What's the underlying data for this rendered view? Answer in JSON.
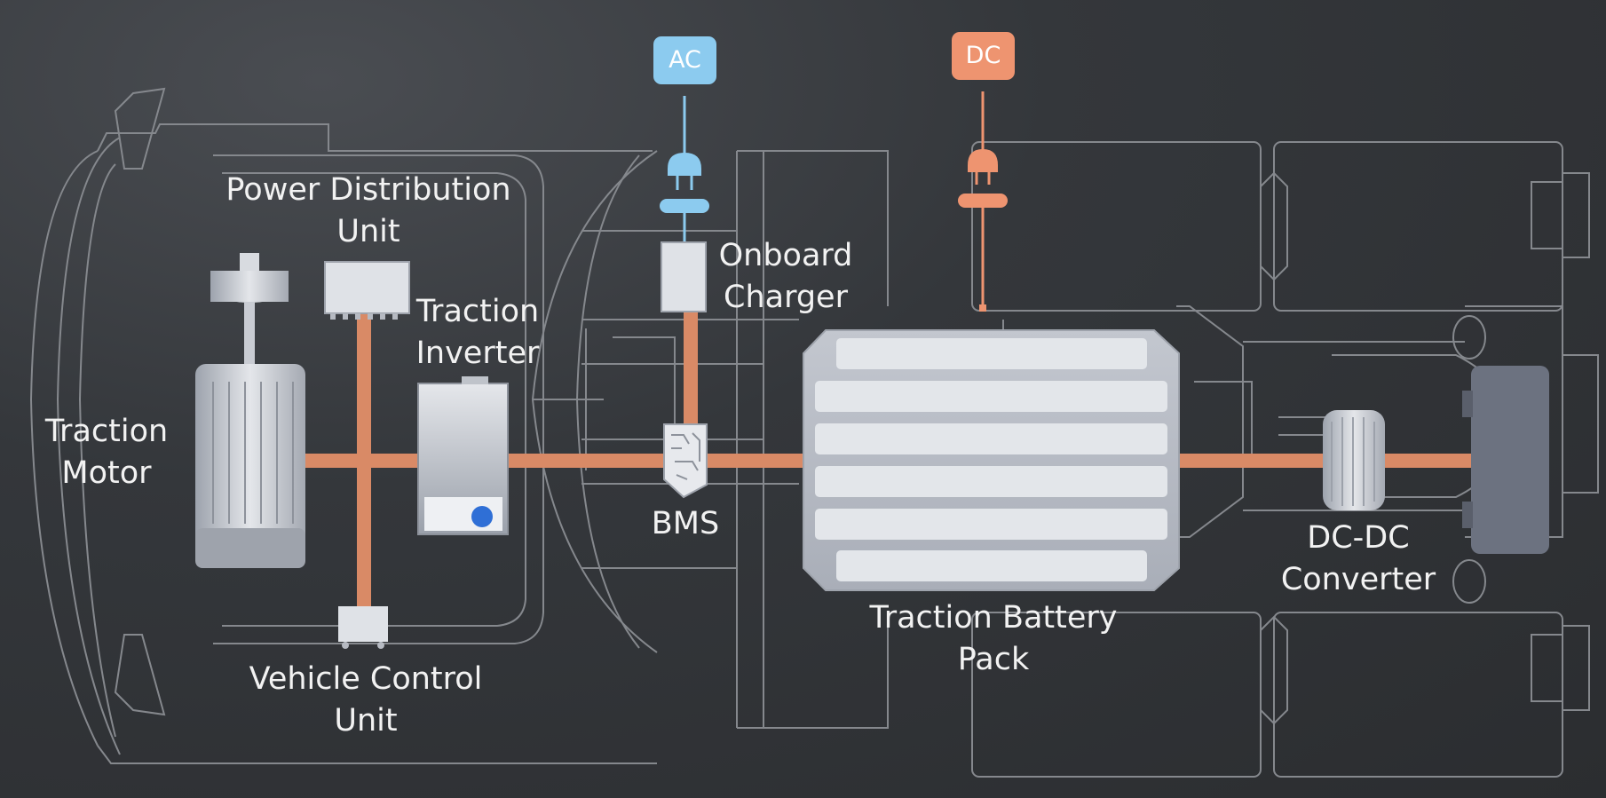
{
  "sources": {
    "ac": {
      "label": "AC",
      "color": "#8ccbef"
    },
    "dc": {
      "label": "DC",
      "color": "#ee9470"
    }
  },
  "components": {
    "power_distribution_unit": {
      "line1": "Power Distribution",
      "line2": "Unit"
    },
    "traction_inverter": {
      "line1": "Traction",
      "line2": "Inverter"
    },
    "traction_motor": {
      "line1": "Traction",
      "line2": "Motor"
    },
    "onboard_charger": {
      "line1": "Onboard",
      "line2": "Charger"
    },
    "bms": {
      "line1": "BMS"
    },
    "traction_battery_pack": {
      "line1": "Traction Battery",
      "line2": "Pack"
    },
    "dc_dc_converter": {
      "line1": "DC-DC",
      "line2": "Converter"
    },
    "vehicle_control_unit": {
      "line1": "Vehicle Control",
      "line2": "Unit"
    }
  },
  "colors": {
    "power_line": "#d98a66",
    "ac_line": "#8ccbef",
    "dc_line": "#ee9470",
    "outline": "#8a8d92",
    "component_fill": "#c9ccd3"
  }
}
